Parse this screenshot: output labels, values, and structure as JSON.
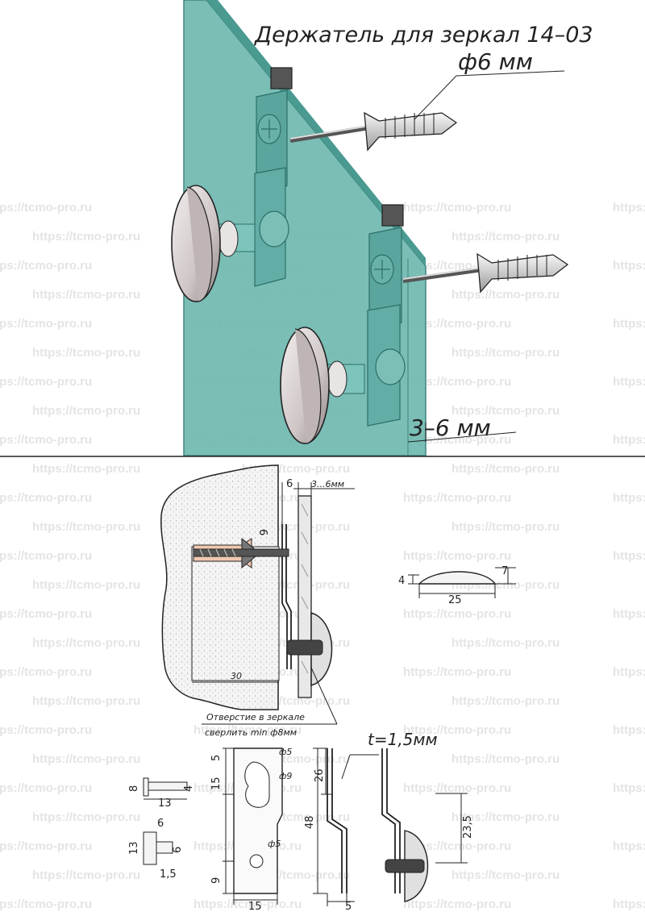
{
  "title": "Держатель для зеркал 14–03",
  "callouts": {
    "screw": "ф6 мм",
    "glass_thickness": "3–6 мм"
  },
  "watermark": "https://tcmo-pro.ru",
  "section": {
    "wall_gap": "6",
    "glass_range": "3...6мм",
    "screw_dim": "6",
    "depth": "30",
    "note_line1": "Отверстие в зеркале",
    "note_line2": "сверлить min ф8мм"
  },
  "cap": {
    "height": "4",
    "total_height": "7",
    "width": "25"
  },
  "bolt": {
    "head": "8",
    "length": "13",
    "shank": "4"
  },
  "bushing": {
    "top": "6",
    "height": "13",
    "inner": "6",
    "step": "1,5"
  },
  "plate": {
    "top": "5",
    "hole_d": "ф5",
    "slot_d": "ф9",
    "slot_h": "15",
    "hole_bottom": "ф5",
    "bottom": "9",
    "width": "15",
    "total": "48",
    "upper": "26"
  },
  "profile": {
    "thickness": "t=1,5мм",
    "width": "5",
    "height": "23,5"
  },
  "colors": {
    "glass": "#6fb8b0",
    "glass_edge": "#4a9a92",
    "wall": "#d8d8d8",
    "line": "#222222"
  }
}
